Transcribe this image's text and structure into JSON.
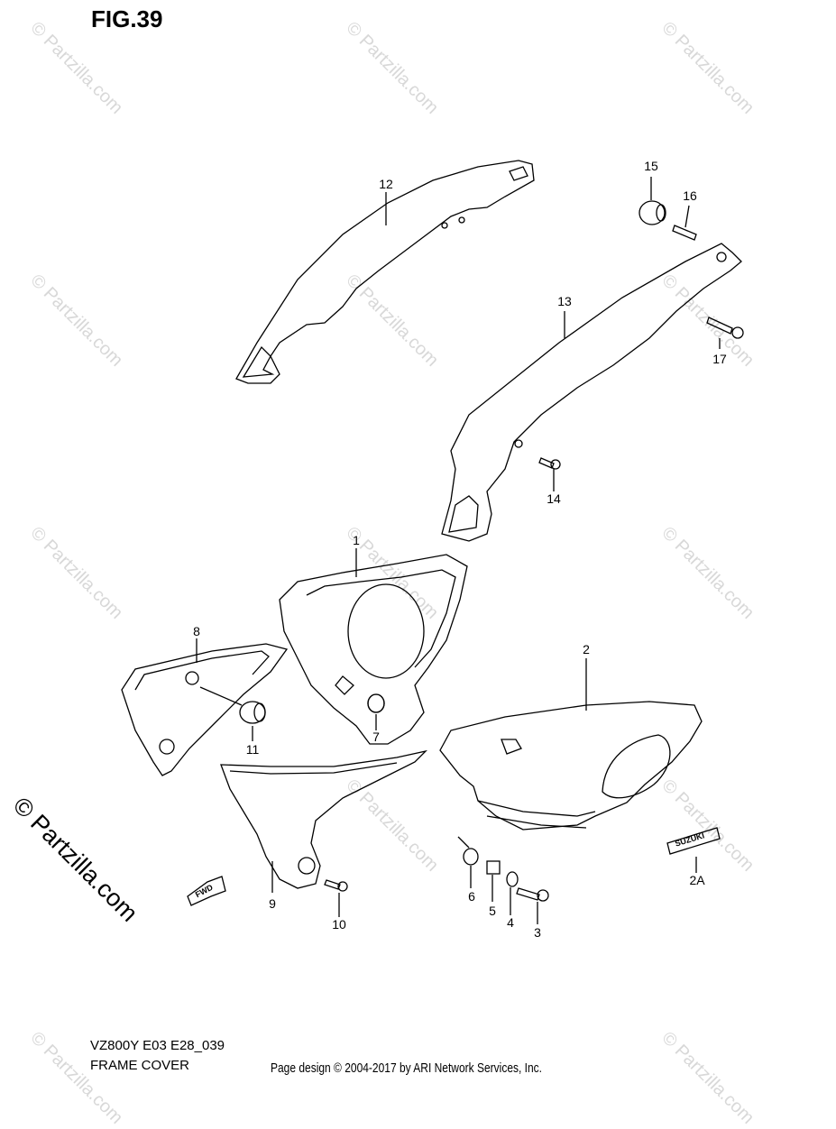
{
  "figure": {
    "title": "FIG.39"
  },
  "callouts": {
    "p1": "1",
    "p2": "2",
    "p2a": "2A",
    "p3": "3",
    "p4": "4",
    "p5": "5",
    "p6": "6",
    "p7": "7",
    "p8": "8",
    "p9": "9",
    "p10": "10",
    "p11": "11",
    "p12": "12",
    "p13": "13",
    "p14": "14",
    "p15": "15",
    "p16": "16",
    "p17": "17"
  },
  "watermark": {
    "side_text": "© Partzilla.com",
    "repeat_text": "© Partzilla.com"
  },
  "footer": {
    "model_code": "VZ800Y E03 E28_039",
    "caption": "FRAME COVER",
    "credit": "Page design © 2004-2017 by ARI Network Services, Inc."
  },
  "badges": {
    "fwd": "FWD",
    "emblem": "SUZUKI"
  }
}
